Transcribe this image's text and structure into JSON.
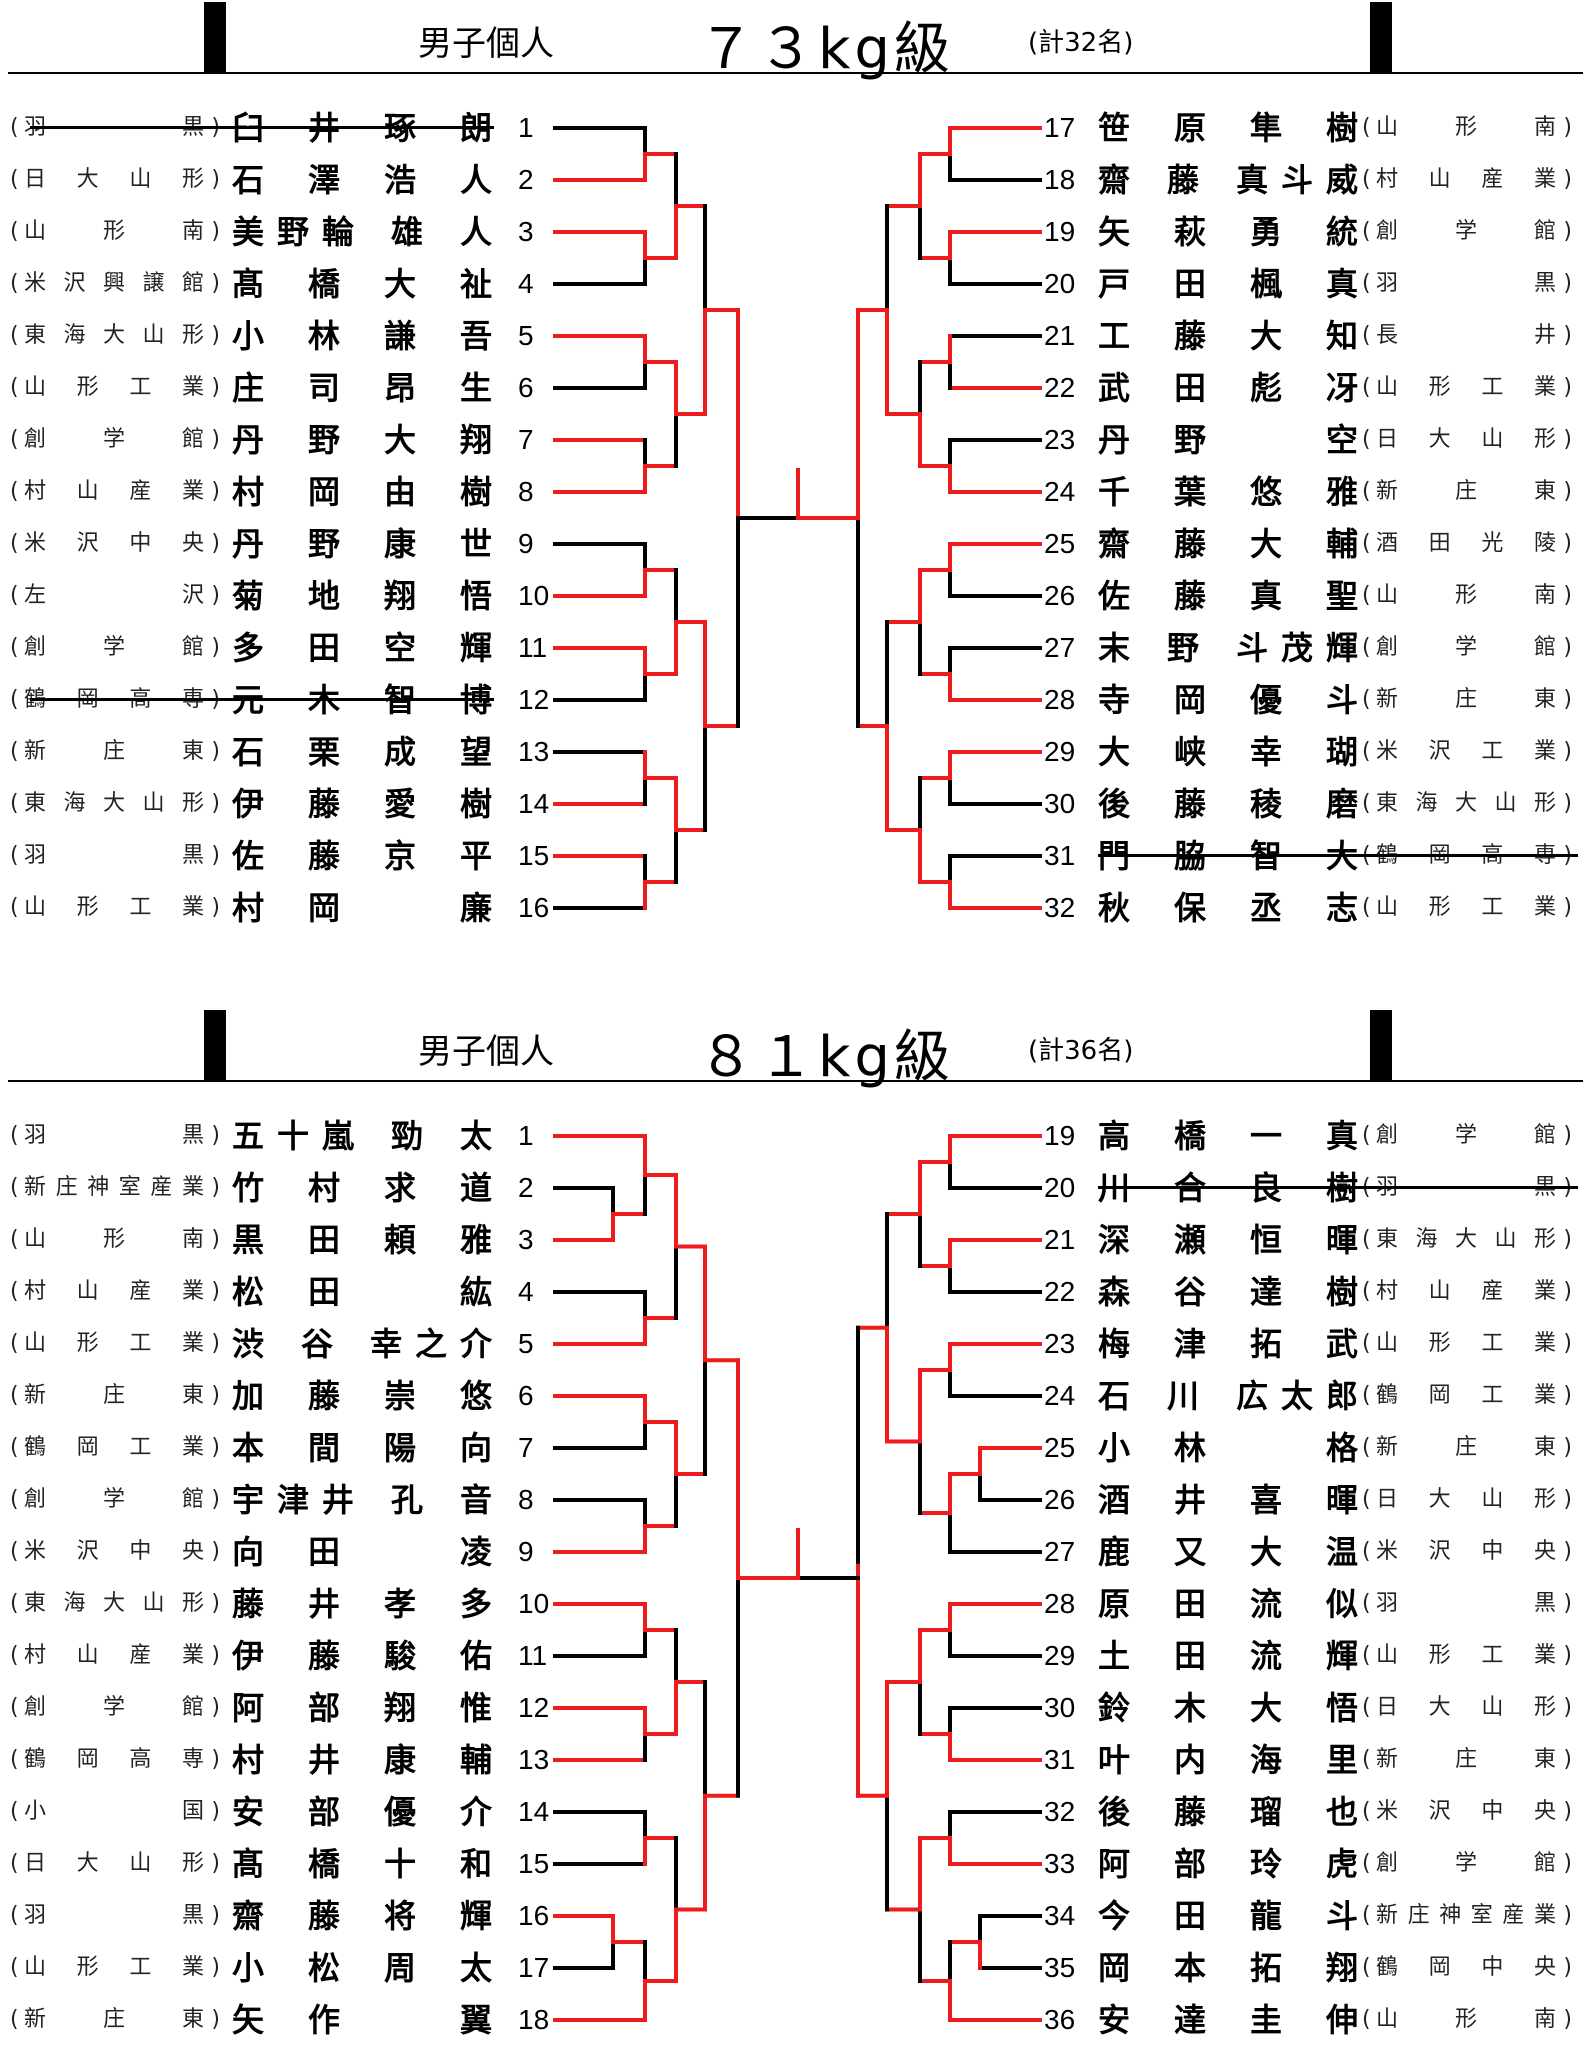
{
  "sections": [
    {
      "label": "男子個人",
      "weight": "７３kg級",
      "total": "(計32名)",
      "left": [
        {
          "num": "1",
          "name": "臼 井 琢 朗",
          "school": "羽黒",
          "withdrawn": true
        },
        {
          "num": "2",
          "name": "石 澤 浩 人",
          "school": "日大山形"
        },
        {
          "num": "3",
          "name": "美野輪 雄 人",
          "school": "山形南"
        },
        {
          "num": "4",
          "name": "髙 橋 大 祉",
          "school": "米沢興譲館"
        },
        {
          "num": "5",
          "name": "小 林 謙 吾",
          "school": "東海大山形"
        },
        {
          "num": "6",
          "name": "庄 司 昂 生",
          "school": "山形工業"
        },
        {
          "num": "7",
          "name": "丹 野 大 翔",
          "school": "創学館"
        },
        {
          "num": "8",
          "name": "村 岡 由 樹",
          "school": "村山産業"
        },
        {
          "num": "9",
          "name": "丹 野 康 世",
          "school": "米沢中央"
        },
        {
          "num": "10",
          "name": "菊 地 翔 悟",
          "school": "左沢"
        },
        {
          "num": "11",
          "name": "多 田 空 輝",
          "school": "創学館"
        },
        {
          "num": "12",
          "name": "元 木 智 博",
          "school": "鶴岡高専",
          "withdrawn": true
        },
        {
          "num": "13",
          "name": "石 栗 成 望",
          "school": "新庄東"
        },
        {
          "num": "14",
          "name": "伊 藤 愛 樹",
          "school": "東海大山形"
        },
        {
          "num": "15",
          "name": "佐 藤 京 平",
          "school": "羽黒"
        },
        {
          "num": "16",
          "name": "村 岡 　 廉",
          "school": "山形工業"
        }
      ],
      "right": [
        {
          "num": "17",
          "name": "笹 原 隼 樹",
          "school": "山形南"
        },
        {
          "num": "18",
          "name": "齋 藤 真斗威",
          "school": "村山産業"
        },
        {
          "num": "19",
          "name": "矢 萩 勇 統",
          "school": "創学館"
        },
        {
          "num": "20",
          "name": "戸 田 楓 真",
          "school": "羽黒"
        },
        {
          "num": "21",
          "name": "工 藤 大 知",
          "school": "長井"
        },
        {
          "num": "22",
          "name": "武 田 彪 冴",
          "school": "山形工業"
        },
        {
          "num": "23",
          "name": "丹 野 　 空",
          "school": "日大山形"
        },
        {
          "num": "24",
          "name": "千 葉 悠 雅",
          "school": "新庄東"
        },
        {
          "num": "25",
          "name": "齋 藤 大 輔",
          "school": "酒田光陵"
        },
        {
          "num": "26",
          "name": "佐 藤 真 聖",
          "school": "山形南"
        },
        {
          "num": "27",
          "name": "末 野 斗茂輝",
          "school": "創学館"
        },
        {
          "num": "28",
          "name": "寺 岡 優 斗",
          "school": "新庄東"
        },
        {
          "num": "29",
          "name": "大 峡 幸 瑚",
          "school": "米沢工業"
        },
        {
          "num": "30",
          "name": "後 藤 稜 磨",
          "school": "東海大山形"
        },
        {
          "num": "31",
          "name": "門 脇 智 大",
          "school": "鶴岡高専",
          "withdrawn": true
        },
        {
          "num": "32",
          "name": "秋 保 丞 志",
          "school": "山形工業"
        }
      ]
    },
    {
      "label": "男子個人",
      "weight": "８１kg級",
      "total": "(計36名)",
      "left": [
        {
          "num": "1",
          "name": "五十嵐 勁 太",
          "school": "羽黒"
        },
        {
          "num": "2",
          "name": "竹 村 求 道",
          "school": "新庄神室産業"
        },
        {
          "num": "3",
          "name": "黒 田 頼 雅",
          "school": "山形南"
        },
        {
          "num": "4",
          "name": "松 田 　 紘",
          "school": "村山産業"
        },
        {
          "num": "5",
          "name": "渋 谷 幸之介",
          "school": "山形工業"
        },
        {
          "num": "6",
          "name": "加 藤 崇 悠",
          "school": "新庄東"
        },
        {
          "num": "7",
          "name": "本 間 陽 向",
          "school": "鶴岡工業"
        },
        {
          "num": "8",
          "name": "宇津井 孔 音",
          "school": "創学館"
        },
        {
          "num": "9",
          "name": "向 田 　 凌",
          "school": "米沢中央"
        },
        {
          "num": "10",
          "name": "藤 井 孝 多",
          "school": "東海大山形"
        },
        {
          "num": "11",
          "name": "伊 藤 駿 佑",
          "school": "村山産業"
        },
        {
          "num": "12",
          "name": "阿 部 翔 惟",
          "school": "創学館"
        },
        {
          "num": "13",
          "name": "村 井 康 輔",
          "school": "鶴岡高専"
        },
        {
          "num": "14",
          "name": "安 部 優 介",
          "school": "小国"
        },
        {
          "num": "15",
          "name": "髙 橋 十 和",
          "school": "日大山形"
        },
        {
          "num": "16",
          "name": "齋 藤 将 輝",
          "school": "羽黒"
        },
        {
          "num": "17",
          "name": "小 松 周 太",
          "school": "山形工業"
        },
        {
          "num": "18",
          "name": "矢 作 　 翼",
          "school": "新庄東"
        }
      ],
      "right": [
        {
          "num": "19",
          "name": "高 橋 一 真",
          "school": "創学館"
        },
        {
          "num": "20",
          "name": "川 合 良 樹",
          "school": "羽黒",
          "withdrawn": true
        },
        {
          "num": "21",
          "name": "深 瀬 恒 暉",
          "school": "東海大山形"
        },
        {
          "num": "22",
          "name": "森 谷 達 樹",
          "school": "村山産業"
        },
        {
          "num": "23",
          "name": "梅 津 拓 武",
          "school": "山形工業"
        },
        {
          "num": "24",
          "name": "石 川 広太郎",
          "school": "鶴岡工業"
        },
        {
          "num": "25",
          "name": "小 林 　 格",
          "school": "新庄東"
        },
        {
          "num": "26",
          "name": "酒 井 喜 暉",
          "school": "日大山形"
        },
        {
          "num": "27",
          "name": "鹿 又 大 温",
          "school": "米沢中央"
        },
        {
          "num": "28",
          "name": "原 田 流 似",
          "school": "羽黒"
        },
        {
          "num": "29",
          "name": "土 田 流 輝",
          "school": "山形工業"
        },
        {
          "num": "30",
          "name": "鈴 木 大 悟",
          "school": "日大山形"
        },
        {
          "num": "31",
          "name": "叶 内 海 里",
          "school": "新庄東"
        },
        {
          "num": "32",
          "name": "後 藤 瑠 也",
          "school": "米沢中央"
        },
        {
          "num": "33",
          "name": "阿 部 玲 虎",
          "school": "創学館"
        },
        {
          "num": "34",
          "name": "今 田 龍 斗",
          "school": "新庄神室産業"
        },
        {
          "num": "35",
          "name": "岡 本 拓 翔",
          "school": "鶴岡中央"
        },
        {
          "num": "36",
          "name": "安 達 圭 伸",
          "school": "山形南"
        }
      ]
    }
  ],
  "colors": {
    "winner": "#ee1c1c",
    "line": "#000000"
  }
}
